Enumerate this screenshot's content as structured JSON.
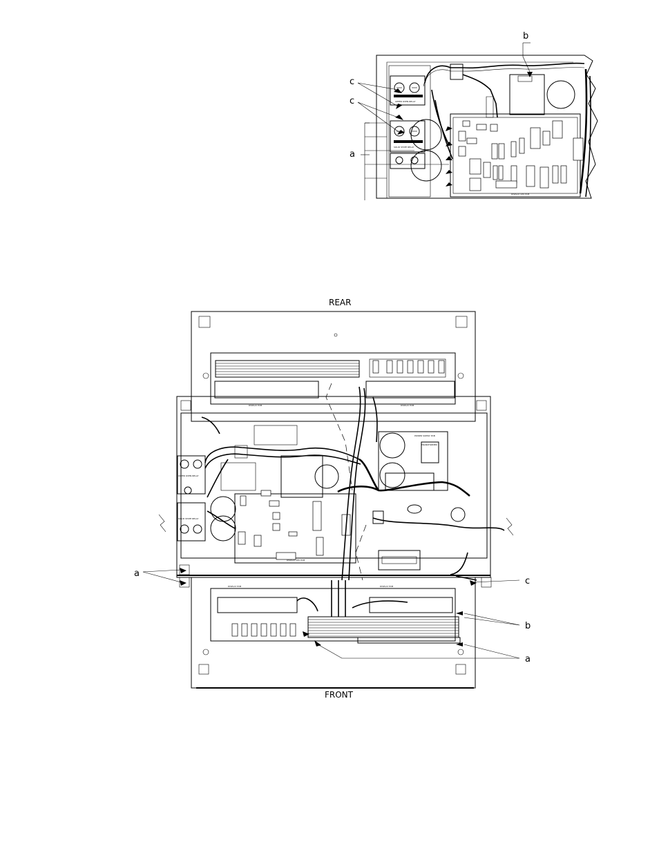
{
  "labels": {
    "rear": "REAR",
    "front": "FRONT",
    "callout_b": "b",
    "callout_c": "c",
    "callout_a": "a"
  },
  "board_text": {
    "upper_left_relay": "UPPER OVEN RELAY",
    "lower_left_relay": "SOLID STATE RELAY",
    "cpu_pcb": "DISPLAY CPU PCB",
    "transformer": "TRANSFORMER",
    "power_supply": "POWER SUPPLY PCB",
    "display_pcb": "DISPLAY PCB"
  }
}
